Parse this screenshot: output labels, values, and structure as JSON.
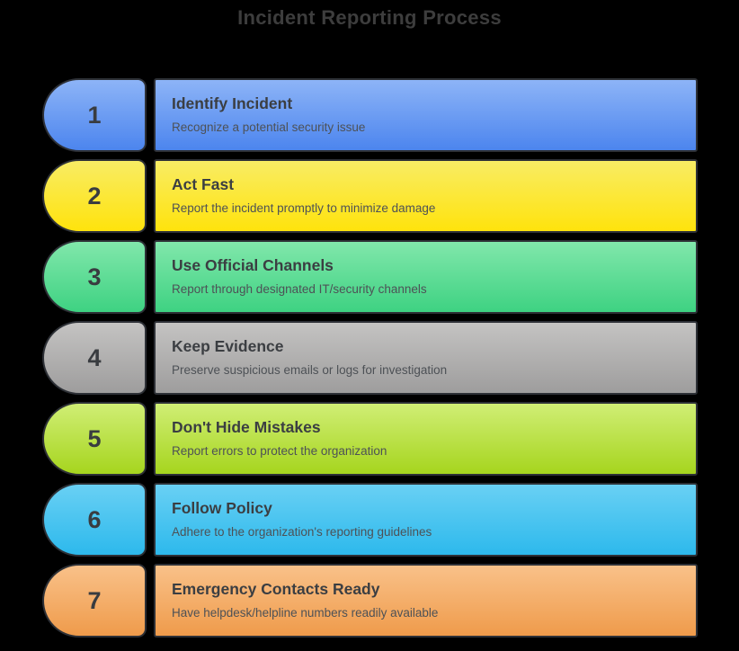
{
  "page": {
    "title": "Incident Reporting Process",
    "background": "#000000",
    "title_color": "#3d3d3d",
    "border_color": "#2d3036"
  },
  "steps": [
    {
      "number": "1",
      "title": "Identify Incident",
      "description": "Recognize a potential security issue",
      "color_top": "#8db4f7",
      "color_bottom": "#4c85ee"
    },
    {
      "number": "2",
      "title": "Act Fast",
      "description": "Report the incident promptly to minimize damage",
      "color_top": "#f8ec64",
      "color_bottom": "#ffe30c"
    },
    {
      "number": "3",
      "title": "Use Official Channels",
      "description": "Report through designated IT/security channels",
      "color_top": "#81e7ab",
      "color_bottom": "#3ed282"
    },
    {
      "number": "4",
      "title": "Keep Evidence",
      "description": "Preserve suspicious emails or logs for investigation",
      "color_top": "#c4c3c2",
      "color_bottom": "#9e9d9d"
    },
    {
      "number": "5",
      "title": "Don't Hide Mistakes",
      "description": "Report errors to protect the organization",
      "color_top": "#d0ee75",
      "color_bottom": "#a6d51e"
    },
    {
      "number": "6",
      "title": "Follow Policy",
      "description": "Adhere to the organization's reporting guidelines",
      "color_top": "#69d0f4",
      "color_bottom": "#2db9ec"
    },
    {
      "number": "7",
      "title": "Emergency Contacts Ready",
      "description": "Have helpdesk/helpline numbers readily available",
      "color_top": "#f9c189",
      "color_bottom": "#ef9b4b"
    }
  ]
}
